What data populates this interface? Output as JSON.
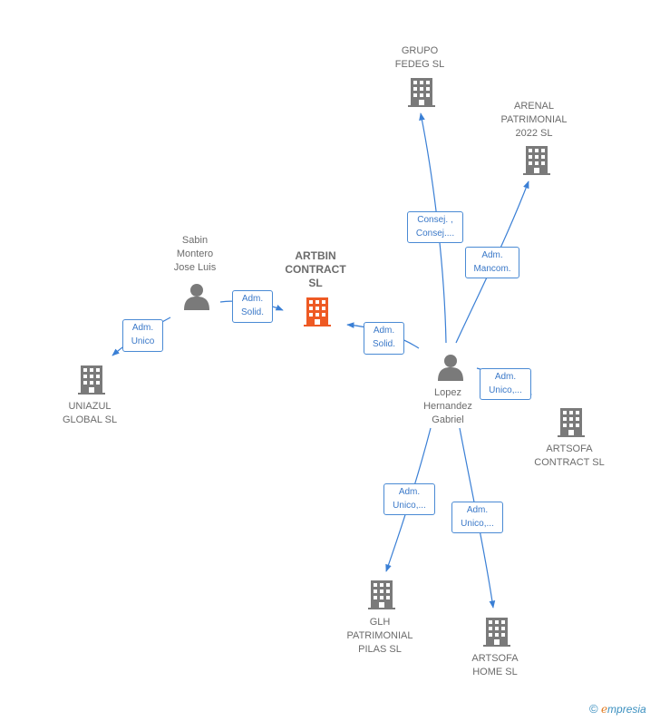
{
  "colors": {
    "edge": "#3a7fd5",
    "building": "#7a7a7a",
    "building_main": "#ee5a24",
    "person": "#7a7a7a"
  },
  "nodes": {
    "artbin": [
      "ARTBIN",
      "CONTRACT",
      "SL"
    ],
    "grupo_fedeg": [
      "GRUPO",
      "FEDEG SL"
    ],
    "arenal": [
      "ARENAL",
      "PATRIMONIAL",
      "2022  SL"
    ],
    "sabin": [
      "Sabin",
      "Montero",
      "Jose Luis"
    ],
    "uniazul": [
      "UNIAZUL",
      "GLOBAL  SL"
    ],
    "lopez": [
      "Lopez",
      "Hernandez",
      "Gabriel"
    ],
    "artsofa_contract": [
      "ARTSOFA",
      "CONTRACT  SL"
    ],
    "glh": [
      "GLH",
      "PATRIMONIAL",
      "PILAS  SL"
    ],
    "artsofa_home": [
      "ARTSOFA",
      "HOME  SL"
    ]
  },
  "edges": {
    "sabin_artbin": [
      "Adm.",
      "Solid."
    ],
    "sabin_uniazul": [
      "Adm.",
      "Unico"
    ],
    "lopez_artbin": [
      "Adm.",
      "Solid."
    ],
    "lopez_grupo": [
      "Consej. ,",
      "Consej...."
    ],
    "lopez_arenal": [
      "Adm.",
      "Mancom."
    ],
    "lopez_artsofa_contract": [
      "Adm.",
      "Unico,..."
    ],
    "lopez_glh": [
      "Adm.",
      "Unico,..."
    ],
    "lopez_artsofa_home": [
      "Adm.",
      "Unico,..."
    ]
  },
  "brand": {
    "copyright": "©",
    "e": "e",
    "rest": "mpresia"
  }
}
